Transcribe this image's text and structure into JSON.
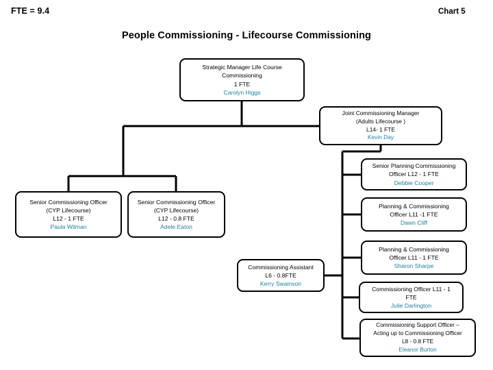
{
  "header": {
    "fte_total": "FTE = 9.4",
    "chart_number": "Chart 5",
    "title": "People Commissioning - Lifecourse Commissioning"
  },
  "theme": {
    "person_name_color": "#1f7e9e",
    "box_border_color": "#000000",
    "background_color": "#ffffff",
    "text_color": "#000000"
  },
  "org_chart": {
    "nodes": [
      {
        "id": "strategic-manager",
        "role_line_1": "Strategic Manager Life Course",
        "role_line_2": "Commissioning",
        "fte": "1 FTE",
        "person": "Carolyn Higgs"
      },
      {
        "id": "joint-commissioning-manager",
        "role_line_1": "Joint Commissioning Manager",
        "role_line_2": "(Adults Lifecourse )",
        "fte": "L14- 1 FTE",
        "person": "Kevin Day"
      },
      {
        "id": "senior-commissioning-officer-cyp-1",
        "role_line_1": "Senior Commissioning Officer",
        "role_line_2": "(CYP Lifecourse)",
        "fte": "L12 - 1 FTE",
        "person": "Paula Wilman"
      },
      {
        "id": "senior-commissioning-officer-cyp-2",
        "role_line_1": "Senior Commissioning Officer",
        "role_line_2": "(CYP Lifecourse)",
        "fte": "L12 - 0.8 FTE",
        "person": "Adele Eaton"
      },
      {
        "id": "senior-planning-commissioning-officer",
        "role_line_1": "Senior Planning Commissioning",
        "role_line_2": "Officer  L12 - 1 FTE",
        "person": "Debbie Cooper"
      },
      {
        "id": "planning-commissioning-officer-1",
        "role_line_1": "Planning & Commissioning",
        "role_line_2": "Officer L11 -1 FTE",
        "person": "Dawn Cliff"
      },
      {
        "id": "planning-commissioning-officer-2",
        "role_line_1": "Planning & Commissioning",
        "role_line_2": "Officer L11 - 1 FTE",
        "person": "Sharon Sharpe"
      },
      {
        "id": "commissioning-officer",
        "role_line_1": "Commissioning Officer L11 -  1",
        "role_line_2": "FTE",
        "person": "Julie Darlington"
      },
      {
        "id": "commissioning-support-officer",
        "role_line_1": "Commissioning Support Officer –",
        "role_line_2": "Acting up to Commissioning Officer",
        "fte": "L8 - 0.8 FTE",
        "person": "Eleanor Burton"
      },
      {
        "id": "commissioning-assistant",
        "role_line_1": "Commissioning Assistant",
        "fte": "L6 - 0.8FTE",
        "person": "Kerry Swainson"
      }
    ]
  }
}
